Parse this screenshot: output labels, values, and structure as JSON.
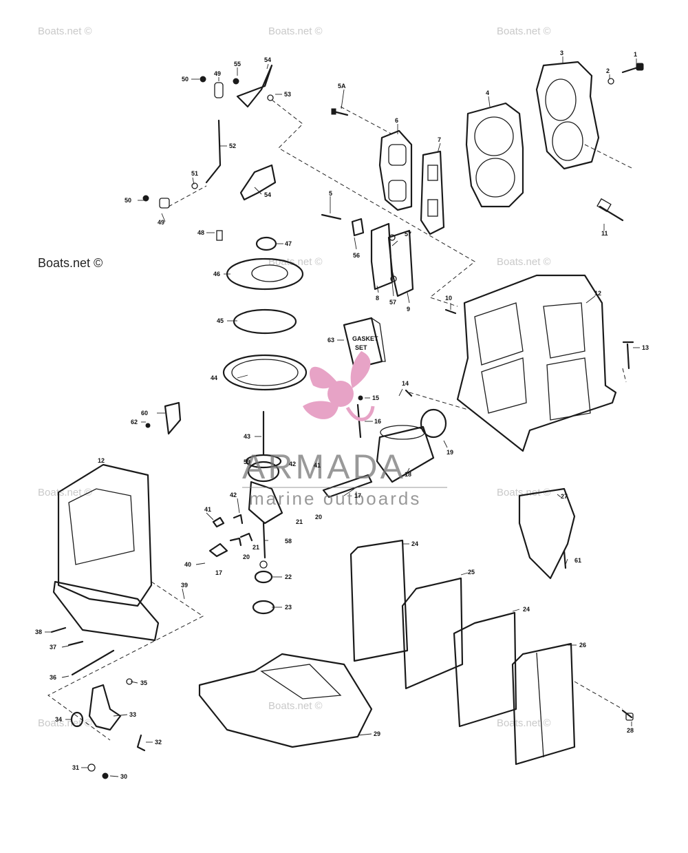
{
  "watermarks": {
    "site": "Boats.net ©",
    "brand": "ARMADA",
    "brand_sub": "marine outboards"
  },
  "colors": {
    "logo_pink": "#e7a3c6",
    "line": "#1a1a1a",
    "watermark": "#c9c9c9"
  },
  "part_labels": {
    "gasket_box_line1": "GASKET",
    "gasket_box_line2": "SET"
  },
  "callouts": {
    "c1": "1",
    "c2": "2",
    "c3": "3",
    "c4": "4",
    "c5": "5",
    "c5a": "5A",
    "c6": "6",
    "c7": "7",
    "c8": "8",
    "c9": "9",
    "c10": "10",
    "c11": "11",
    "c12a": "12",
    "c12b": "12",
    "c13": "13",
    "c14": "14",
    "c15": "15",
    "c16": "16",
    "c17a": "17",
    "c17b": "17",
    "c18": "18",
    "c19": "19",
    "c20a": "20",
    "c20b": "20",
    "c21a": "21",
    "c21b": "21",
    "c22": "22",
    "c23": "23",
    "c24a": "24",
    "c24b": "24",
    "c25": "25",
    "c26": "26",
    "c27": "27",
    "c28": "28",
    "c29": "29",
    "c30": "30",
    "c31": "31",
    "c32": "32",
    "c33": "33",
    "c34": "34",
    "c35": "35",
    "c36": "36",
    "c37": "37",
    "c38": "38",
    "c39": "39",
    "c40": "40",
    "c41a": "41",
    "c41b": "41",
    "c42a": "42",
    "c42b": "42",
    "c43": "43",
    "c44": "44",
    "c45": "45",
    "c46": "46",
    "c47": "47",
    "c48": "48",
    "c49a": "49",
    "c49b": "49",
    "c50a": "50",
    "c50b": "50",
    "c51": "51",
    "c52": "52",
    "c53": "53",
    "c54a": "54",
    "c54b": "54",
    "c55": "55",
    "c56": "56",
    "c57a": "57",
    "c57b": "57",
    "c58": "58",
    "c59": "59",
    "c60": "60",
    "c61": "61",
    "c62": "62",
    "c63": "63"
  }
}
